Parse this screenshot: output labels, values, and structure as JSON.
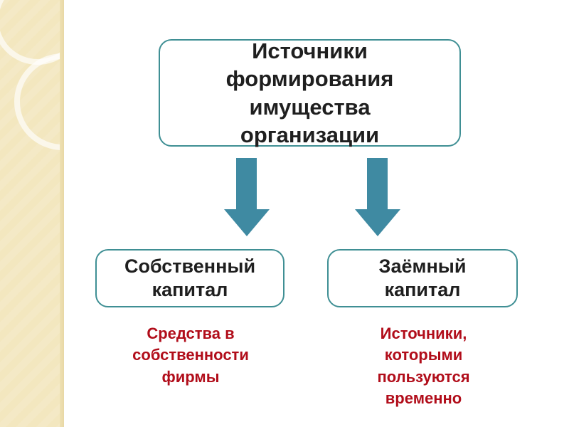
{
  "main_box": {
    "lines": [
      "Источники",
      "формирования",
      "имущества",
      "организации"
    ]
  },
  "left_box": {
    "lines": [
      "Собственный",
      "капитал"
    ]
  },
  "right_box": {
    "lines": [
      "Заёмный",
      "капитал"
    ]
  },
  "left_description": {
    "lines": [
      "Средства в",
      "собственности",
      "фирмы"
    ]
  },
  "right_description": {
    "lines": [
      "Источники,",
      "которыми",
      "пользуются",
      "временно"
    ]
  },
  "colors": {
    "box_border": "#3f8f94",
    "arrow_fill": "#3f8aa2",
    "red_text": "#b10d1a",
    "side_band": "#f3e7bf"
  },
  "icons": {
    "arrow_icon": "arrow-down-icon",
    "decor_icon": "ring-icon"
  }
}
